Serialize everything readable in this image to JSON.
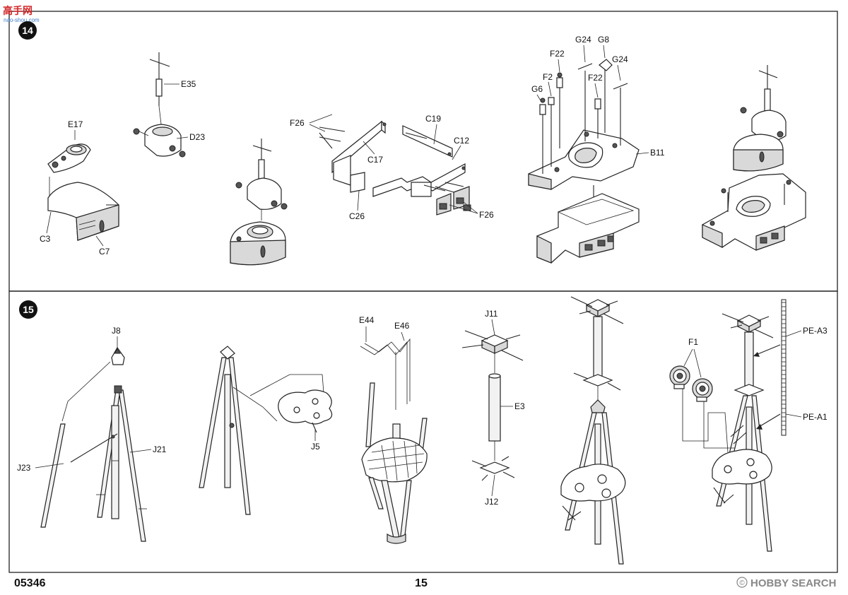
{
  "watermark_top": {
    "glyphs": "高手网",
    "url": "nao-shou.com"
  },
  "steps": {
    "s14": {
      "number": "14"
    },
    "s15": {
      "number": "15"
    }
  },
  "labels14": {
    "E35": "E35",
    "D23": "D23",
    "E17": "E17",
    "C3": "C3",
    "C7": "C7",
    "F26a": "F26",
    "C17": "C17",
    "C19": "C19",
    "C12": "C12",
    "C26": "C26",
    "F26b": "F26",
    "G24a": "G24",
    "G8": "G8",
    "F22a": "F22",
    "F2": "F2",
    "F22b": "F22",
    "G24b": "G24",
    "G6": "G6",
    "B11": "B11"
  },
  "labels15": {
    "J8": "J8",
    "J21": "J21",
    "J23": "J23",
    "J5": "J5",
    "E44": "E44",
    "E46": "E46",
    "J11": "J11",
    "E3": "E3",
    "J12": "J12",
    "F1": "F1",
    "PEA3": "PE-A3",
    "PEA1": "PE-A1"
  },
  "footer": {
    "kit_number": "05346",
    "page_number": "15",
    "brand": "HOBBY SEARCH",
    "copyright": "©"
  }
}
